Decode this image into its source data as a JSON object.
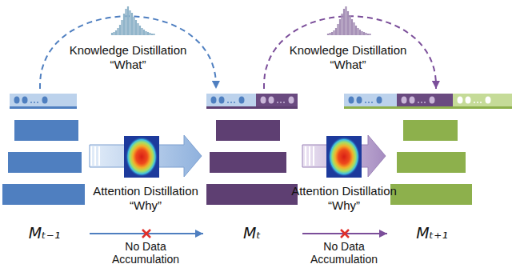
{
  "diagram": {
    "nodes": [
      {
        "text": [
          "Mₜ₋₁"
        ]
      },
      {
        "text": [
          "Mₜ"
        ]
      },
      {
        "text": [
          "Mₜ₊₁"
        ]
      }
    ],
    "edges": [
      {
        "from": 0,
        "to": 1,
        "arrow": "to",
        "label": "Knowledge Distillation “What”"
      },
      {
        "from": 0,
        "to": 1,
        "arrow": "to",
        "label": "Attention Distillation “Why”"
      },
      {
        "from": 0,
        "to": 1,
        "arrow": "to",
        "label": "No Data Accumulation"
      },
      {
        "from": 1,
        "to": 2,
        "arrow": "to",
        "label": "Knowledge Distillation “What”"
      },
      {
        "from": 1,
        "to": 2,
        "arrow": "to",
        "label": "Attention Distillation “Why”"
      },
      {
        "from": 1,
        "to": 2,
        "arrow": "to",
        "label": "No Data Accumulation"
      }
    ]
  }
}
